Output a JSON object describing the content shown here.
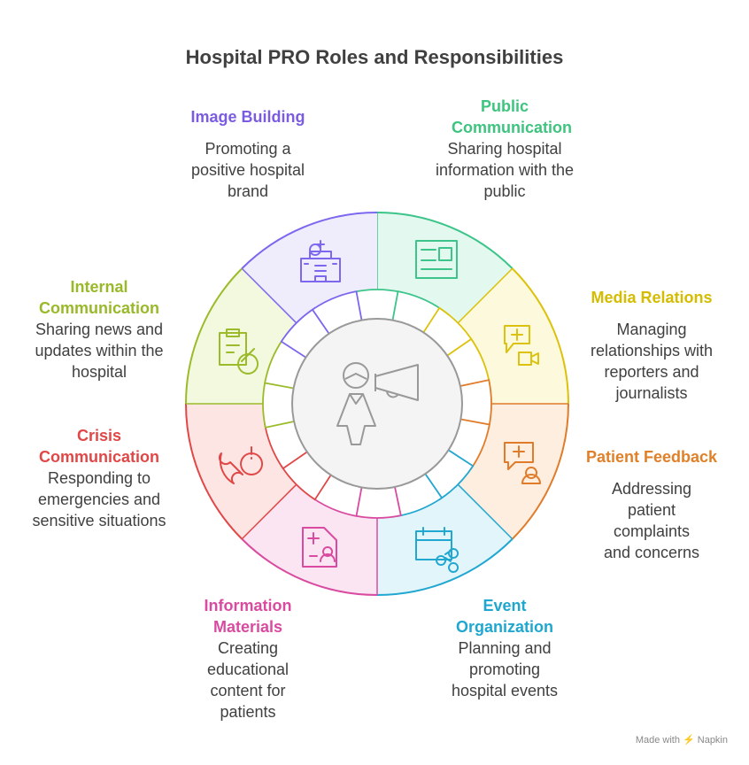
{
  "title": "Hospital PRO Roles and Responsibilities",
  "credit": "Made with ⚡ Napkin",
  "segments": [
    {
      "key": "public",
      "heading": "Public Communication",
      "text": "Sharing hospital information with the public",
      "color": "#3cc48a",
      "fill": "#e3f9ef",
      "icon": "news-card-icon"
    },
    {
      "key": "media",
      "heading": "Media Relations",
      "text": "Managing relationships with reporters and journalists",
      "color": "#dcc20c",
      "fill": "#fdf9dc",
      "icon": "video-chat-medical-icon"
    },
    {
      "key": "feedback",
      "heading": "Patient Feedback",
      "text": "Addressing patient complaints and concerns",
      "color": "#e07b2a",
      "fill": "#fdeedf",
      "icon": "patient-chat-icon"
    },
    {
      "key": "event",
      "heading": "Event Organization",
      "text": "Planning and promoting hospital events",
      "color": "#22a7d0",
      "fill": "#e2f5fb",
      "icon": "calendar-share-icon"
    },
    {
      "key": "info",
      "heading": "Information Materials",
      "text": "Creating educational content for patients",
      "color": "#d94ba0",
      "fill": "#fbe5f2",
      "icon": "medical-document-icon"
    },
    {
      "key": "crisis",
      "heading": "Crisis Communication",
      "text": "Responding to emergencies and sensitive situations",
      "color": "#e04848",
      "fill": "#fde5e3",
      "icon": "phone-alert-icon"
    },
    {
      "key": "internal",
      "heading": "Internal Communication",
      "text": "Sharing news and updates within the hospital",
      "color": "#9bbb2a",
      "fill": "#f3f9df",
      "icon": "clipboard-block-icon"
    },
    {
      "key": "image",
      "heading": "Image Building",
      "text": "Promoting a positive hospital brand",
      "color": "#7b68ee",
      "fill": "#efedfc",
      "icon": "hospital-building-icon"
    }
  ],
  "center_icon": "pro-megaphone-icon"
}
